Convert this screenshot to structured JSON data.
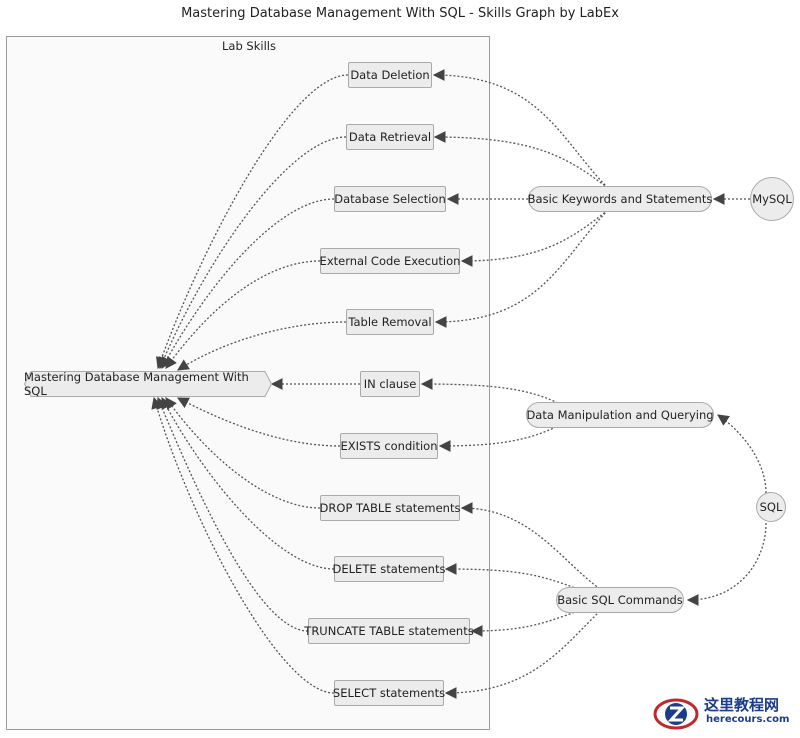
{
  "title": "Mastering Database Management With SQL - Skills Graph by LabEx",
  "cluster_label": "Lab Skills",
  "center_node": "Mastering Database Management With SQL",
  "skills": [
    "Data Deletion",
    "Data Retrieval",
    "Database Selection",
    "External Code Execution",
    "Table Removal",
    "IN clause",
    "EXISTS condition",
    "DROP TABLE statements",
    "DELETE statements",
    "TRUNCATE TABLE statements",
    "SELECT statements"
  ],
  "groups": {
    "basic_keywords": "Basic Keywords and Statements",
    "data_manipulation": "Data Manipulation and Querying",
    "basic_sql_commands": "Basic SQL Commands"
  },
  "roots": {
    "mysql": "MySQL",
    "sql": "SQL"
  },
  "watermark": {
    "cn_text": "这里教程网",
    "en_text": "herecours.com"
  }
}
